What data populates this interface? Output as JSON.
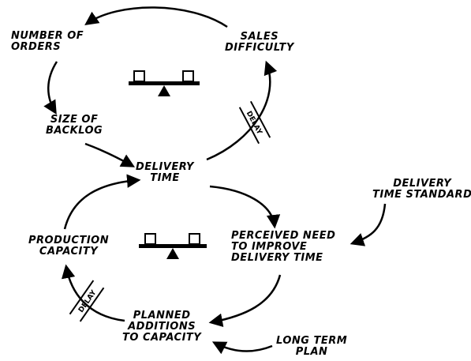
{
  "nodes": {
    "number_of_orders": [
      "NUMBER OF",
      "ORDERS"
    ],
    "sales_difficulty": [
      "SALES",
      "DIFFICULTY"
    ],
    "size_of_backlog": [
      "SIZE OF",
      "BACKLOG"
    ],
    "delivery_time": [
      "DELIVERY",
      "TIME"
    ],
    "delivery_time_standard": [
      "DELIVERY",
      "TIME STANDARD"
    ],
    "production_capacity": [
      "PRODUCTION",
      "CAPACITY"
    ],
    "perceived_need": [
      "PERCEIVED NEED",
      "TO IMPROVE",
      "DELIVERY TIME"
    ],
    "planned_additions": [
      "PLANNED",
      "ADDITIONS",
      "TO CAPACITY"
    ],
    "long_term_plan": [
      "LONG TERM",
      "PLAN"
    ]
  },
  "delays": {
    "upper": "DELAY",
    "lower": "DELAY"
  },
  "icons": {
    "upper_loop": "balance-scale-icon",
    "lower_loop": "balance-scale-icon"
  },
  "colors": {
    "ink": "#000000",
    "background": "#ffffff"
  }
}
